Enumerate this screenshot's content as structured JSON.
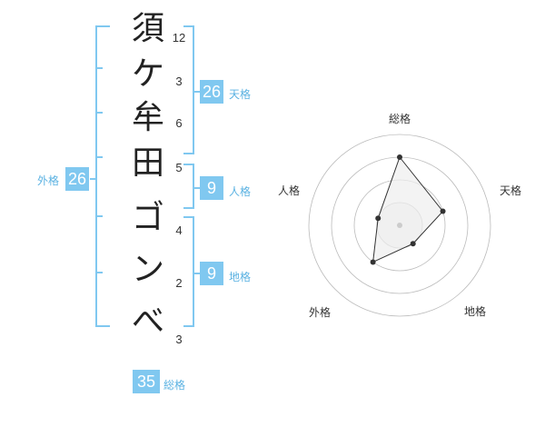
{
  "name_chars": [
    {
      "char": "須",
      "strokes": "12"
    },
    {
      "char": "ケ",
      "strokes": "3"
    },
    {
      "char": "牟",
      "strokes": "6"
    },
    {
      "char": "田",
      "strokes": "5"
    },
    {
      "char": "ゴ",
      "strokes": "4"
    },
    {
      "char": "ン",
      "strokes": "2"
    },
    {
      "char": "べ",
      "strokes": "3"
    }
  ],
  "fortune": {
    "tenkaku": {
      "value": "26",
      "label": "天格"
    },
    "jinkaku": {
      "value": "9",
      "label": "人格"
    },
    "chikaku": {
      "value": "9",
      "label": "地格"
    },
    "gaikaku": {
      "value": "26",
      "label": "外格"
    },
    "soukaku": {
      "value": "35",
      "label": "総格"
    }
  },
  "chart_data": {
    "type": "radar",
    "axes": [
      "総格",
      "天格",
      "地格",
      "外格",
      "人格"
    ],
    "values": [
      0.75,
      0.5,
      0.25,
      0.5,
      0.25
    ],
    "rings": 4,
    "colors": {
      "fill": "#eeeeee",
      "line": "#333333",
      "ring": "#bbbbbb"
    }
  }
}
